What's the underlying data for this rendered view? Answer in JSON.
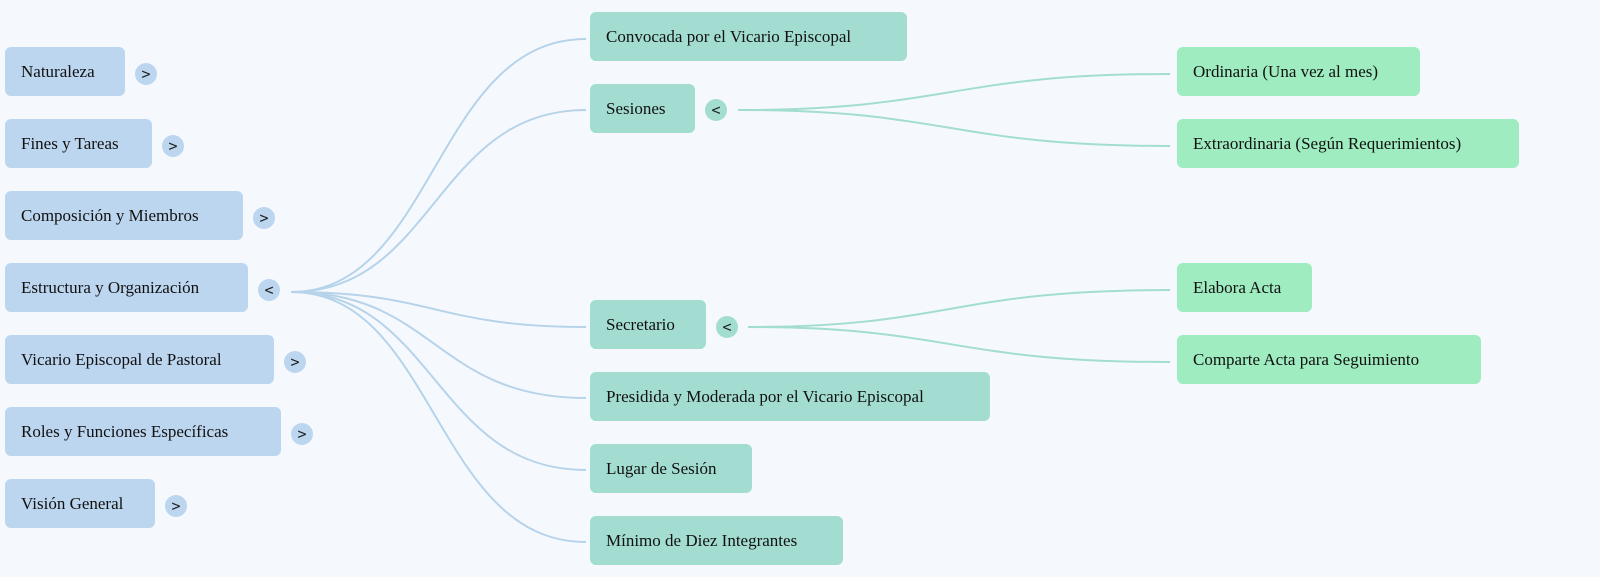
{
  "root_sections": [
    {
      "label": "Naturaleza",
      "toggle": ">"
    },
    {
      "label": "Fines y Tareas",
      "toggle": ">"
    },
    {
      "label": "Composición y Miembros",
      "toggle": ">"
    },
    {
      "label": "Estructura y Organización",
      "toggle": "<"
    },
    {
      "label": "Vicario Episcopal de Pastoral",
      "toggle": ">"
    },
    {
      "label": "Roles y Funciones Específicas",
      "toggle": ">"
    },
    {
      "label": "Visión General",
      "toggle": ">"
    }
  ],
  "estructura_children": [
    {
      "label": "Convocada por el Vicario Episcopal"
    },
    {
      "label": "Sesiones",
      "toggle": "<"
    },
    {
      "label": "Secretario",
      "toggle": "<"
    },
    {
      "label": "Presidida y Moderada por el Vicario Episcopal"
    },
    {
      "label": "Lugar de Sesión"
    },
    {
      "label": "Mínimo de Diez Integrantes"
    }
  ],
  "sesiones_children": [
    {
      "label": "Ordinaria (Una vez al mes)"
    },
    {
      "label": "Extraordinaria (Según Requerimientos)"
    }
  ],
  "secretario_children": [
    {
      "label": "Elabora Acta"
    },
    {
      "label": "Comparte Acta para Seguimiento"
    }
  ],
  "colors": {
    "background": "#f5f9fe",
    "level1": "#bcd6ef",
    "level2": "#a3ddd2",
    "level3": "#9eecbf",
    "link_level1": "#b7d3ea",
    "link_level2": "#a3ddd2"
  }
}
